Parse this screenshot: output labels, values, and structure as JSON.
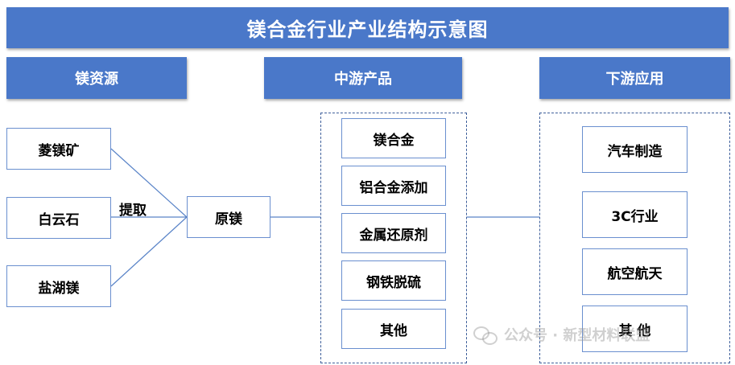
{
  "title": "镁合金行业产业结构示意图",
  "columns": {
    "source": "镁资源",
    "midstream": "中游产品",
    "downstream": "下游应用"
  },
  "sources": [
    "菱镁矿",
    "白云石",
    "盐湖镁"
  ],
  "process_label": "提取",
  "primary": "原镁",
  "midstream_items": [
    "镁合金",
    "铝合金添加",
    "金属还原剂",
    "钢铁脱硫",
    "其他"
  ],
  "downstream_items": [
    "汽车制造",
    "3C行业",
    "航空航天",
    "其 他"
  ],
  "watermark": "公众号 · 新型材料联盟",
  "colors": {
    "header_fill": "#4a78c9",
    "box_border": "#6a8fcf",
    "connector": "#5a84c8"
  }
}
